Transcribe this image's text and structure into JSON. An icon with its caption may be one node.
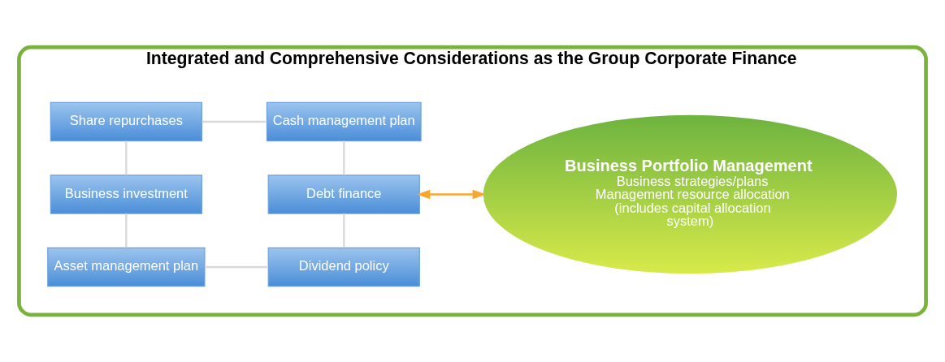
{
  "diagram": {
    "nodes": [
      {
        "text": [
          "Integrated and Comprehensive Considerations as the Group Corporate Finance"
        ]
      },
      {
        "text": [
          "Share repurchases"
        ],
        "in": 0
      },
      {
        "text": [
          "Cash management plan"
        ],
        "in": 0
      },
      {
        "text": [
          "Business investment"
        ],
        "in": 0
      },
      {
        "text": [
          "Debt finance"
        ],
        "in": 0
      },
      {
        "text": [
          "Asset management plan"
        ],
        "in": 0
      },
      {
        "text": [
          "Dividend policy"
        ],
        "in": 0
      },
      {
        "text": [
          "Business Portfolio Management",
          "Business strategies/plans Management resource allocation (includes capital allocation system)"
        ],
        "in": 0
      }
    ],
    "edges": [
      {
        "from": 1,
        "to": 2,
        "arrow": "none",
        "color": "#d9d9d9"
      },
      {
        "from": 2,
        "to": 4,
        "arrow": "none",
        "color": "#d9d9d9"
      },
      {
        "from": 4,
        "to": 6,
        "arrow": "none",
        "color": "#d9d9d9"
      },
      {
        "from": 5,
        "to": 6,
        "arrow": "none",
        "color": "#d9d9d9"
      },
      {
        "from": 3,
        "to": 5,
        "arrow": "none",
        "color": "#d9d9d9"
      },
      {
        "from": 1,
        "to": 3,
        "arrow": "none",
        "color": "#d9d9d9"
      },
      {
        "from": 4,
        "to": 7,
        "arrow": "both",
        "color": "#f9a630"
      }
    ]
  }
}
